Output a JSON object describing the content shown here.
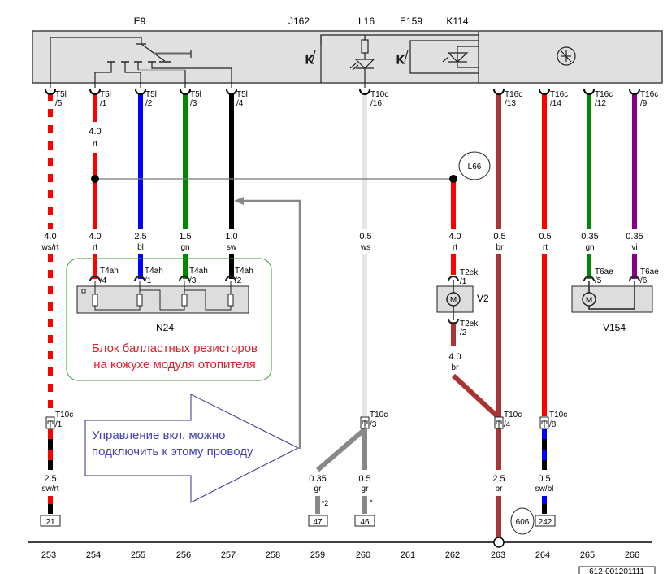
{
  "components": {
    "E9": "E9",
    "J162": "J162",
    "L16": "L16",
    "E159": "E159",
    "K114": "K114",
    "N24": "N24",
    "V2": "V2",
    "V154": "V154",
    "L66": "L66"
  },
  "connectors": {
    "t5l_5": [
      "T5l",
      "/5"
    ],
    "t5l_1": [
      "T5l",
      "/1"
    ],
    "t5l_2": [
      "T5l",
      "/2"
    ],
    "t5l_3": [
      "T5l",
      "/3"
    ],
    "t5l_4": [
      "T5l",
      "/4"
    ],
    "t10c_16": [
      "T10c",
      "/16"
    ],
    "t16c_13": [
      "T16c",
      "/13"
    ],
    "t16c_14": [
      "T16c",
      "/14"
    ],
    "t16c_12": [
      "T16c",
      "/12"
    ],
    "t16c_9": [
      "T16c",
      "/9"
    ],
    "t4ah_4": [
      "T4ah",
      "/4"
    ],
    "t4ah_1": [
      "T4ah",
      "/1"
    ],
    "t4ah_3": [
      "T4ah",
      "/3"
    ],
    "t4ah_2": [
      "T4ah",
      "/2"
    ],
    "t2ek_1": [
      "T2ek",
      "/1"
    ],
    "t2ek_2": [
      "T2ek",
      "/2"
    ],
    "t6ae_5": [
      "T6ae",
      "/5"
    ],
    "t6ae_6": [
      "T6ae",
      "/6"
    ],
    "t10c_1": [
      "T10c",
      "/1"
    ],
    "t10c_3": [
      "T10c",
      "/3"
    ],
    "t10c_4": [
      "T10c",
      "/4"
    ],
    "t10c_8": [
      "T10c",
      "/8"
    ]
  },
  "wires": {
    "w254_top": [
      "4.0",
      "rt"
    ],
    "w253": [
      "4.0",
      "ws/rt"
    ],
    "w254": [
      "4.0",
      "rt"
    ],
    "w255": [
      "2.5",
      "bl"
    ],
    "w256": [
      "1.5",
      "gn"
    ],
    "w257": [
      "1.0",
      "sw"
    ],
    "w260": [
      "0.5",
      "ws"
    ],
    "w262": [
      "4.0",
      "rt"
    ],
    "w263": [
      "0.5",
      "br"
    ],
    "w264": [
      "0.5",
      "rt"
    ],
    "w265": [
      "0.35",
      "gn"
    ],
    "w266": [
      "0.35",
      "vi"
    ],
    "w262_low": [
      "4.0",
      "br"
    ],
    "b253": [
      "2.5",
      "sw/rt"
    ],
    "b259": [
      "0.35",
      "gr"
    ],
    "b260": [
      "0.5",
      "gr"
    ],
    "b263": [
      "2.5",
      "br"
    ],
    "b264": [
      "0.5",
      "sw/bl"
    ]
  },
  "terminals": {
    "t21": "21",
    "t47": "47",
    "t46": "46",
    "t242": "242",
    "m47": "*2",
    "m46": "*",
    "ground606": "606"
  },
  "notes": {
    "resistor_block": [
      "Блок балластных резисторов",
      "на кожухе модуля отопителя"
    ],
    "control_hint": [
      "Управление вкл. можно",
      "подключить к этому проводу"
    ]
  },
  "columns": [
    "253",
    "254",
    "255",
    "256",
    "257",
    "258",
    "259",
    "260",
    "261",
    "262",
    "263",
    "264",
    "265",
    "266"
  ],
  "reference": "612-001201111",
  "wire_colors": {
    "rt": "#ff0000",
    "bl": "#0000ff",
    "gn": "#008000",
    "sw": "#000000",
    "br": "#a33333",
    "vi": "#800080",
    "ws": "#e6e6e6",
    "gr": "#888888"
  }
}
